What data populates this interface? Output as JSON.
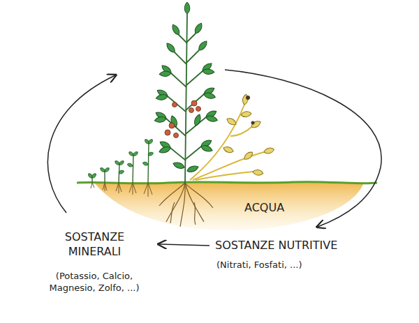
{
  "diagram": {
    "labels": [
      "ACQUA",
      "SOSTANZE MINERALI",
      "(Potassio, Calcio, Magnesio, Zolfo, ...)",
      "SOSTANZE NUTRITIVE",
      "(Nitrati, Fosfati, ...)"
    ]
  }
}
